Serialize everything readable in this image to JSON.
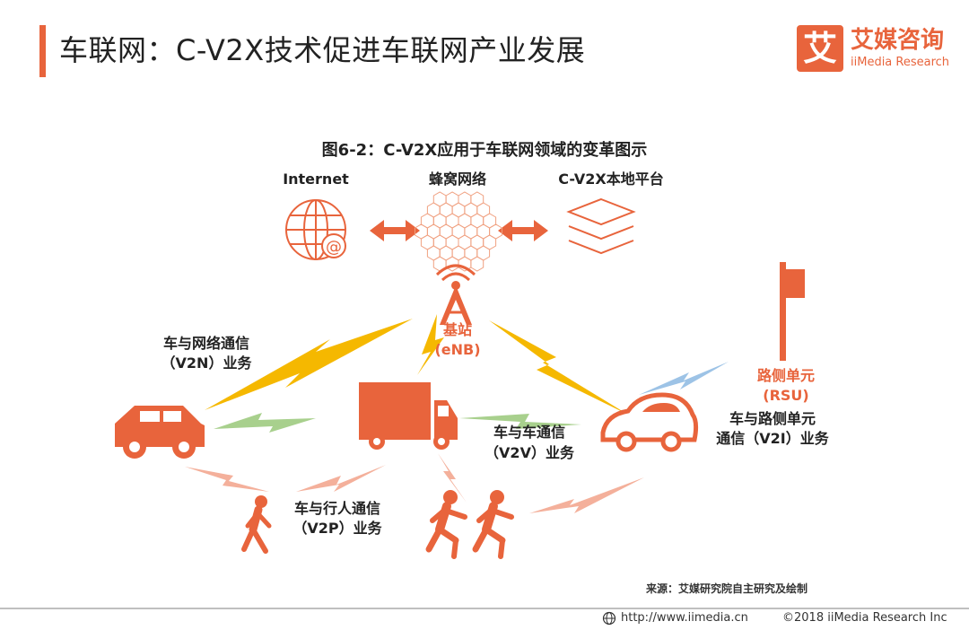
{
  "header": {
    "title": "车联网：C-V2X技术促进车联网产业发展",
    "logo_mark": "艾",
    "logo_cn": "艾媒咨询",
    "logo_en": "iiMedia Research"
  },
  "figure": {
    "title": "图6-2：C-V2X应用于车联网领域的变革图示",
    "top_labels": {
      "internet": "Internet",
      "cellular": "蜂窝网络",
      "platform": "C-V2X本地平台"
    },
    "base_station": {
      "line1": "基站",
      "line2": "(eNB)"
    },
    "rsu": {
      "line1": "路侧单元",
      "line2": "(RSU)"
    },
    "v2n": {
      "line1": "车与网络通信",
      "line2": "（V2N）业务"
    },
    "v2v": {
      "line1": "车与车通信",
      "line2": "（V2V）业务"
    },
    "v2i": {
      "line1": "车与路侧单元",
      "line2": "通信（V2I）业务"
    },
    "v2p": {
      "line1": "车与行人通信",
      "line2": "（V2P）业务"
    },
    "icons": [
      "globe-at-icon",
      "honeycomb-icon",
      "layers-icon",
      "antenna-tower-icon",
      "rsu-pole-icon",
      "car-icon",
      "truck-icon",
      "pedestrian-icon",
      "runners-icon",
      "compact-car-icon"
    ],
    "colors": {
      "accent": "#e8643c",
      "lightning": "#f5b800",
      "v2v_link": "#a8d08d",
      "v2p_link": "#f4b09b",
      "v2i_link": "#9dc3e6"
    }
  },
  "footer": {
    "source": "来源：艾媒研究院自主研究及绘制",
    "url": "http://www.iimedia.cn",
    "copyright": "©2018  iiMedia Research  Inc"
  }
}
